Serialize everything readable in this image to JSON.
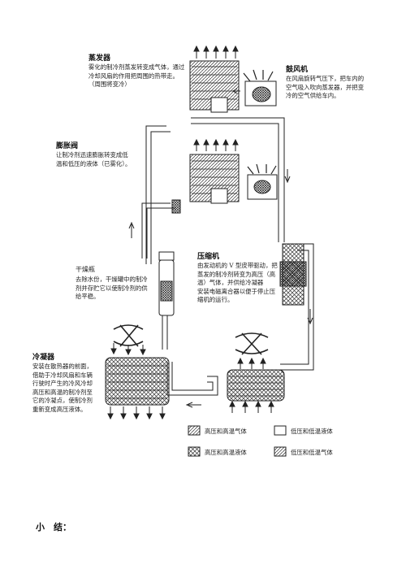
{
  "evaporator": {
    "title": "蒸发器",
    "lines": [
      "雾化的制冷剂蒸发转变成气体，通过",
      "冷却风扇的作用把周围的热带走。",
      "（周围将变冷）"
    ]
  },
  "blower": {
    "title": "鼓风机",
    "lines": [
      "在风扇旋转气压下，把车内的",
      "空气吸入吹向蒸发器，并把变",
      "冷的空气供给车内。"
    ]
  },
  "expansion_valve": {
    "title": "膨胀阀",
    "lines": [
      "让制冷剂迅速膨胀转变成低",
      "温和低压的液体（已雾化）。"
    ]
  },
  "compressor": {
    "title": "压缩机",
    "lines": [
      "由发动机的 V 型皮带驱动，把",
      "蒸发的制冷剂转变为高压（高",
      "温）气体，并供给冷凝器",
      "安装电磁离合器以便于停止压",
      "缩机的运行。"
    ]
  },
  "drier": {
    "title": "干燥瓶",
    "lines": [
      "去除水份，干燥罐中的制冷",
      "剂并存贮它以使制冷剂的供",
      "给平稳。"
    ]
  },
  "condenser": {
    "title": "冷凝器",
    "lines": [
      "安装在散热器的前面，",
      "借助于冷却风扇和车辆",
      "行驶时产生的冷风冷却",
      "高压和高温的制冷剂至",
      "它的冷凝点，使制冷剂",
      "重新变成高压液体。"
    ]
  },
  "legend": [
    {
      "pattern": "hp-hot-gas",
      "label": "高压和高温气体"
    },
    {
      "pattern": "lp-low-gas",
      "label": "低压和低温液体"
    },
    {
      "pattern": "hp-hot-liquid",
      "label": "高压和高温液体"
    },
    {
      "pattern": "lp-low-liquid",
      "label": "低压和低温气体"
    }
  ],
  "summary": "小　结："
}
